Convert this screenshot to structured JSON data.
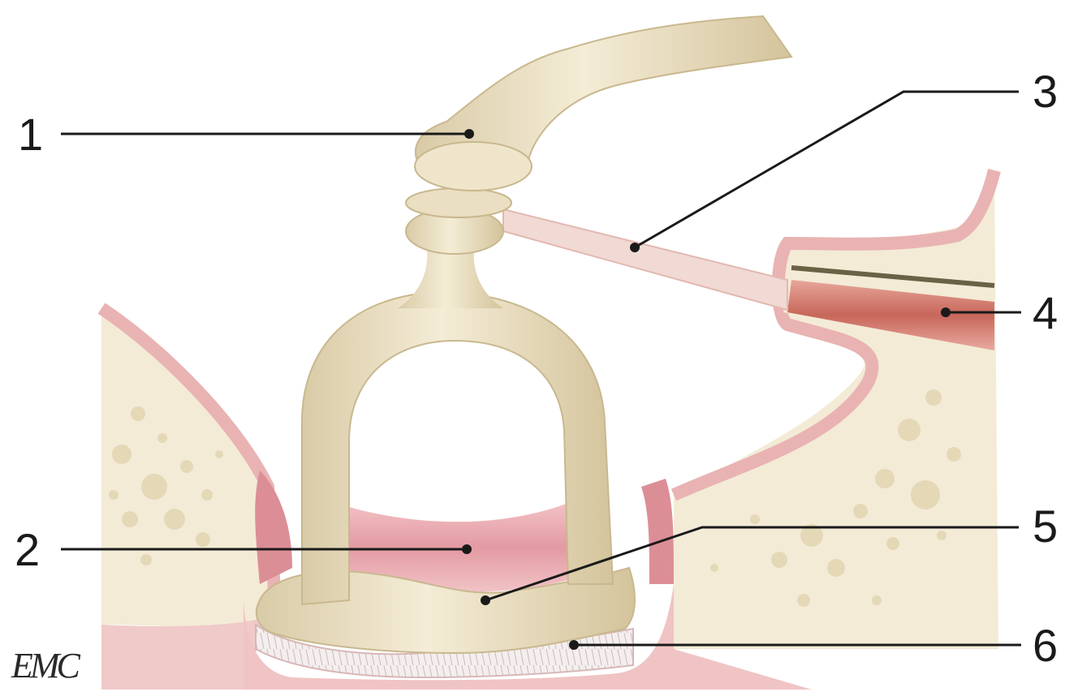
{
  "labels": {
    "l1": "1",
    "l2": "2",
    "l3": "3",
    "l4": "4",
    "l5": "5",
    "l6": "6"
  },
  "watermark": "EMC",
  "colors": {
    "bone": "#eee4c9",
    "bone_shadow": "#d6c8a2",
    "mucosa": "#e9b3b3",
    "pink_membrane": "#dd8f97",
    "muscle": "#c96a5f",
    "ink": "#1a1a1a"
  }
}
